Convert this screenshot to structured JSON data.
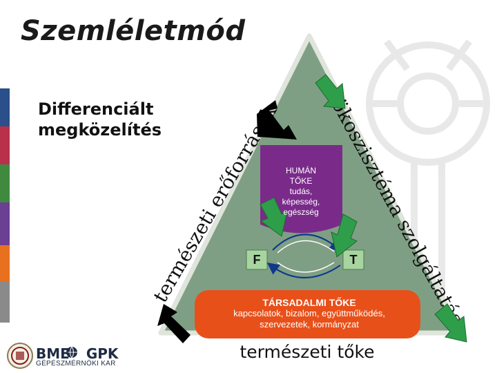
{
  "slide": {
    "title": "Szemléletmód",
    "subtitle_lines": [
      "Differenciált",
      "megközelítés"
    ]
  },
  "diagram": {
    "left_side_label": "természeti erőforrások",
    "right_side_label": "ökoszisztéma szolgáltatásai",
    "bottom_label": "természeti tőke",
    "human_capital": [
      "HUMÁN",
      "TŐKE",
      "tudás,",
      "képesség,",
      "egészség"
    ],
    "social_capital": {
      "title": "TÁRSADALMI TŐKE",
      "lines": [
        "kapcsolatok, bizalom, együttműködés,",
        "szervezetek, kormányzat"
      ]
    },
    "box_f": "F",
    "box_t": "T"
  },
  "logo": {
    "name_left": "BME",
    "name_right": "GPK",
    "subtitle": "GÉPÉSZMÉRNÖKI KAR"
  },
  "colors": {
    "triangle": "#7f9f84",
    "triangle_border": "#dfe4dc",
    "human_capital": "#7a2b8a",
    "social_capital": "#e8501a",
    "box_green": "#a8d4a0",
    "arrow_green": "#2e9e4a",
    "arrow_black": "#000000",
    "cycle_blue": "#0f3a8c",
    "stripes": [
      "#2a4f8a",
      "#b8304a",
      "#3f8a3f",
      "#6b3f91",
      "#e8701e",
      "#8a8a8a"
    ]
  }
}
